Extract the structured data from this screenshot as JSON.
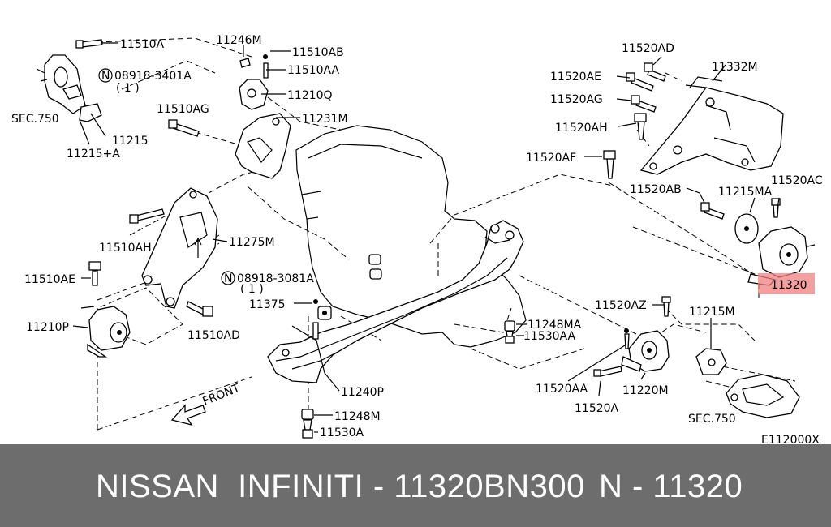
{
  "labels": {
    "l11510A": "11510A",
    "l11246M": "11246M",
    "l11510AB": "11510AB",
    "l08918_3401A": "08918-3401A",
    "l08918_3401A_qty": "( 1 )",
    "l11510AA": "11510AA",
    "l11210Q": "11210Q",
    "lSEC750a": "SEC.750",
    "l11510AG": "11510AG",
    "l11231M": "11231M",
    "l11215": "11215",
    "l11215A": "11215+A",
    "l11510AH": "11510AH",
    "l11275M": "11275M",
    "l11510AE": "11510AE",
    "l08918_3081A": "08918-3081A",
    "l08918_3081A_qty": "( 1 )",
    "l11375": "11375",
    "l11210P": "11210P",
    "l11510AD": "11510AD",
    "l11240P": "11240P",
    "l11248M": "11248M",
    "l11530A": "11530A",
    "lFront": "FRONT",
    "l11520AD": "11520AD",
    "l11332M": "11332M",
    "l11520AE": "11520AE",
    "l11520AG": "11520AG",
    "l11520AH": "11520AH",
    "l11520AF": "11520AF",
    "l11520AB": "11520AB",
    "l11215MA": "11215MA",
    "l11520AC": "11520AC",
    "l11320": "11320",
    "l11520AZ": "11520AZ",
    "l11215M": "11215M",
    "l11248MA": "11248MA",
    "l11530AA": "11530AA",
    "l11520AA": "11520AA",
    "l11220M": "11220M",
    "l11520A": "11520A",
    "lSEC750b": "SEC.750",
    "lE112000X": "E112000X",
    "nMark": "N"
  },
  "highlight_color": "#f08080",
  "footer": {
    "brand": "NISSAN  INFINITI - 11320BN300",
    "code": "N - 11320",
    "background": "#6d6d6d"
  }
}
